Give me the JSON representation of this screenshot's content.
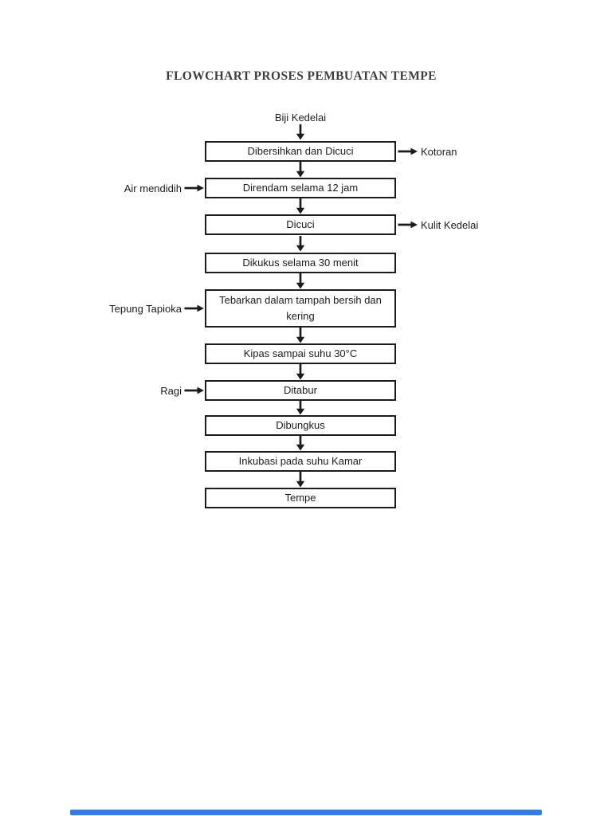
{
  "title": "FLOWCHART PROSES PEMBUATAN TEMPE",
  "flow": {
    "start_label": "Biji Kedelai",
    "steps": [
      {
        "label": "Dibersihkan dan Dicuci",
        "output_right": "Kotoran"
      },
      {
        "label": "Direndam selama 12 jam",
        "input_left": "Air mendidih"
      },
      {
        "label": "Dicuci",
        "output_right": "Kulit Kedelai"
      },
      {
        "label": "Dikukus selama 30 menit"
      },
      {
        "label": "Tebarkan dalam tampah bersih dan kering",
        "input_left": "Tepung Tapioka"
      },
      {
        "label": "Kipas sampai suhu 30°C"
      },
      {
        "label": "Ditabur",
        "input_left": "Ragi"
      },
      {
        "label": "Dibungkus"
      },
      {
        "label": "Inkubasi pada suhu Kamar"
      },
      {
        "label": "Tempe"
      }
    ]
  },
  "icons": {
    "flow_connector": "arrow-down-icon",
    "side_connector": "arrow-right-icon"
  },
  "colors": {
    "background": "#ffffff",
    "ink": "#1c1c1c",
    "title_text": "#3d3d3d",
    "box_border": "#1c1c1c",
    "accent_bar": "#2f7bf2"
  }
}
